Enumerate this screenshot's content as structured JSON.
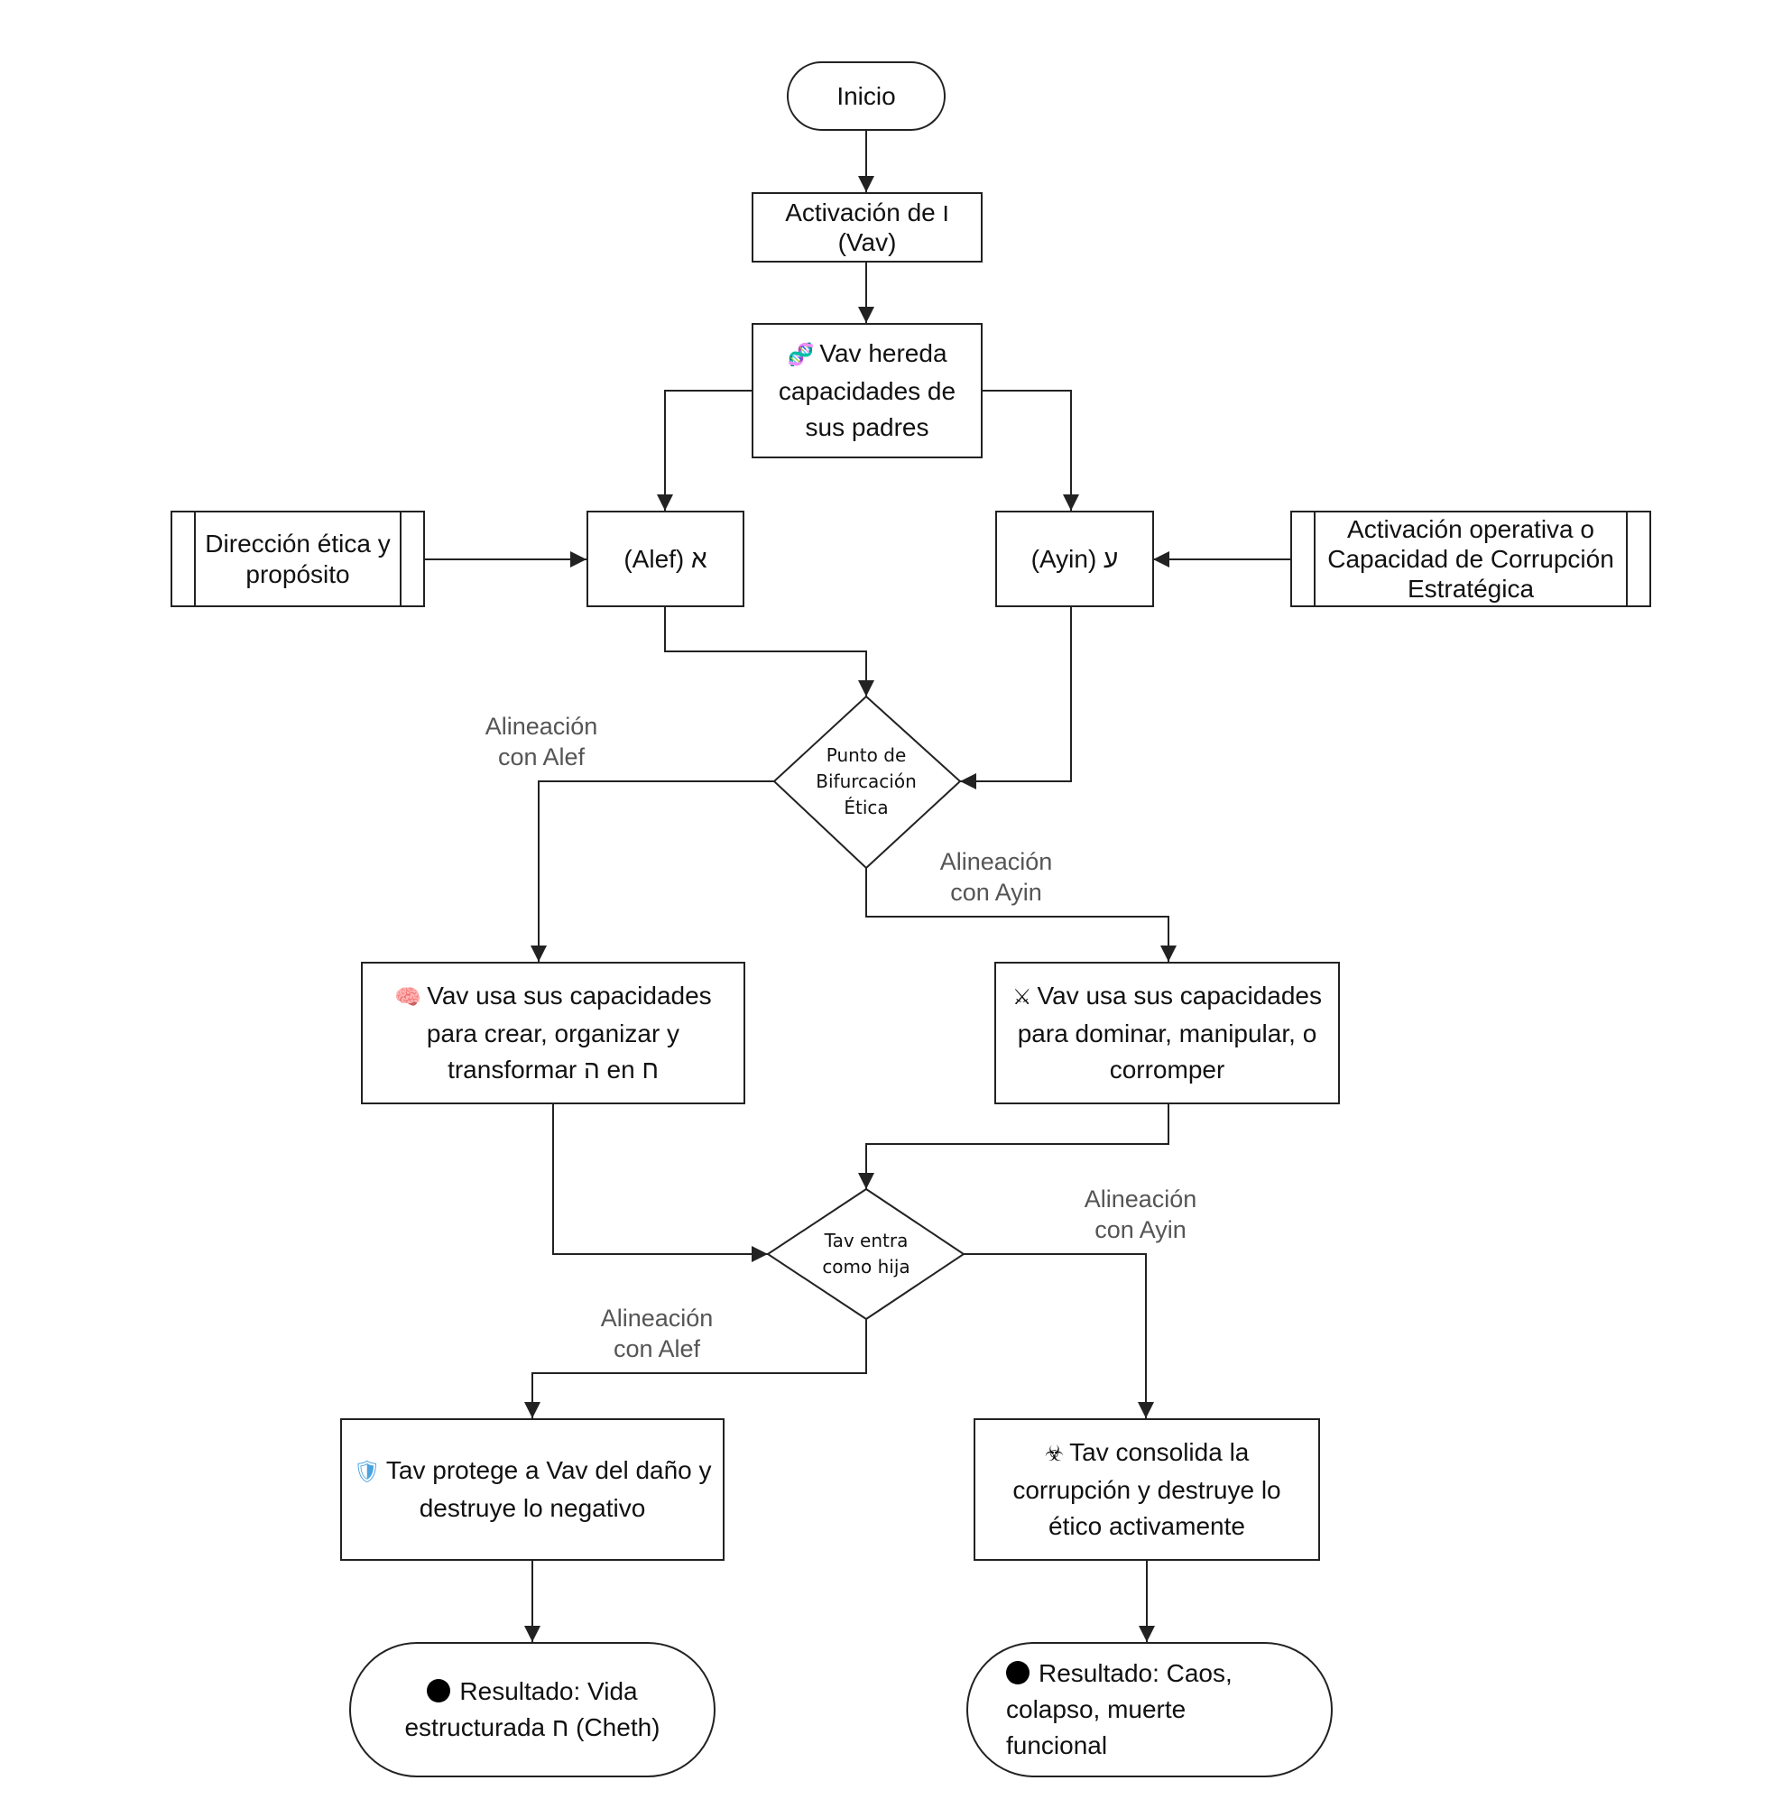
{
  "nodes": {
    "inicio": "Inicio",
    "activacion_vav": "Activación de ו (Vav)",
    "vav_hereda": "Vav hereda capacidades de sus padres",
    "alef": "(Alef) א",
    "ayin": "(Ayin) ע",
    "direccion_etica": "Dirección ética y propósito",
    "activacion_operativa": "Activación operativa o Capacidad de Corrupción Estratégica",
    "punto_bifurcacion": "Punto de Bifurcación Ética",
    "vav_crear": "Vav usa sus capacidades para crear, organizar y transformar ה en ח",
    "vav_dominar": "Vav usa sus capacidades para dominar, manipular, o corromper",
    "tav_entra": "Tav entra como hija",
    "tav_protege": "Tav protege a Vav del daño y destruye lo negativo",
    "tav_consolida": "Tav consolida la corrupción y destruye lo ético activamente",
    "resultado_vida": "Resultado: Vida estructurada ח (Cheth)",
    "resultado_caos": "Resultado: Caos, colapso, muerte funcional"
  },
  "edge_labels": {
    "alineacion_alef_1": "Alineación con Alef",
    "alineacion_ayin_1": "Alineación con Ayin",
    "alineacion_ayin_2": "Alineación con Ayin",
    "alineacion_alef_2": "Alineación con Alef"
  },
  "icons": {
    "vav_hereda": "dna-icon",
    "vav_crear": "brain-icon",
    "vav_dominar": "crossed-swords-icon",
    "tav_protege": "shield-icon",
    "tav_consolida": "biohazard-icon",
    "resultado_vida": "black-circle-icon",
    "resultado_caos": "black-circle-icon"
  },
  "colors": {
    "stroke": "#222222",
    "label_text": "#555555",
    "brain": "#e0539a",
    "shield": "#4aa3df"
  }
}
